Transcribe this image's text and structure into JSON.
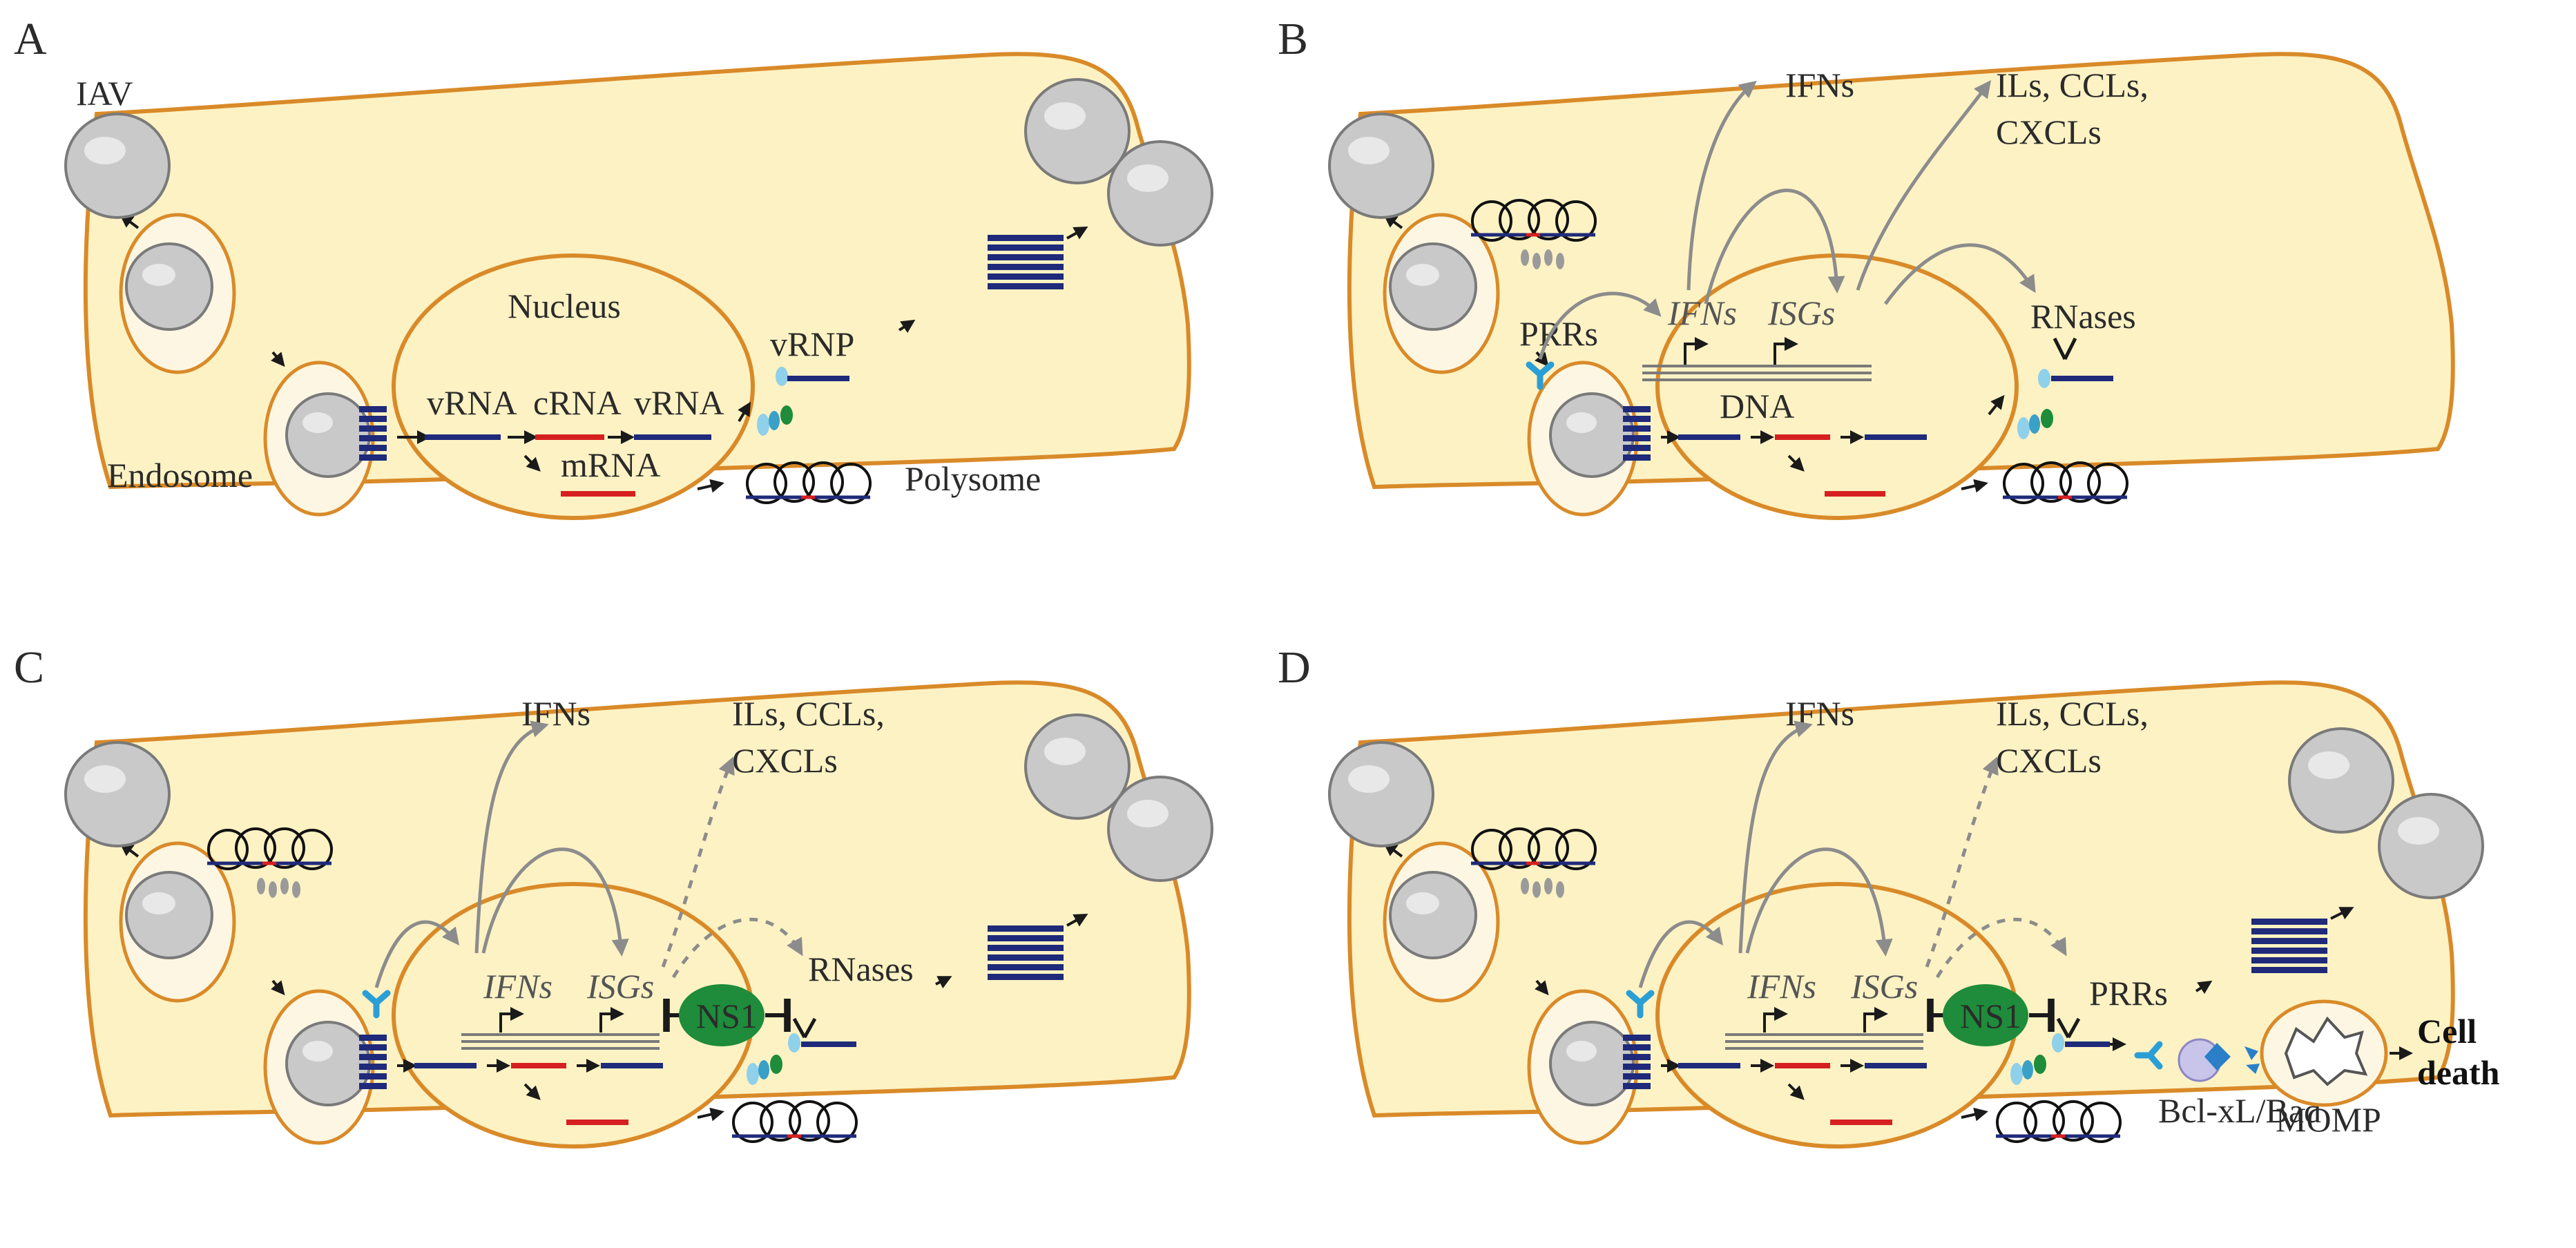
{
  "panels": [
    {
      "letter": "A",
      "labels": {
        "iav": "IAV",
        "nucleus": "Nucleus",
        "endosome": "Endosome",
        "vrnp": "vRNP",
        "vrna_1": "vRNA",
        "crna": "cRNA",
        "vrna_2": "vRNA",
        "mrna": "mRNA",
        "polysome": "Polysome"
      }
    },
    {
      "letter": "B",
      "labels": {
        "ifns_out": "IFNs",
        "secreted": "ILs, CCLs,",
        "secreted_2": "CXCLs",
        "prrs": "PRRs",
        "ifns_gene": "IFNs",
        "isgs_gene": "ISGs",
        "dna": "DNA",
        "rnases": "RNases"
      }
    },
    {
      "letter": "C",
      "labels": {
        "ifns_out": "IFNs",
        "secreted": "ILs, CCLs,",
        "secreted_2": "CXCLs",
        "ifns_gene": "IFNs",
        "isgs_gene": "ISGs",
        "ns1": "NS1",
        "rnases": "RNases"
      }
    },
    {
      "letter": "D",
      "labels": {
        "ifns_out": "IFNs",
        "secreted": "ILs, CCLs,",
        "secreted_2": "CXCLs",
        "ifns_gene": "IFNs",
        "isgs_gene": "ISGs",
        "ns1": "NS1",
        "prrs": "PRRs",
        "bcl": "Bcl-xL/Bad",
        "momp": "MOMP",
        "cell_death_1": "Cell",
        "cell_death_2": "death"
      }
    }
  ],
  "colors": {
    "cytoplasm": "#fdf2c4",
    "membrane": "#d98a28",
    "virus": "#c9c9c9",
    "viral_rna": "#1f2a7a",
    "mrna": "#d62020",
    "ns1": "#1e8c3a",
    "prr": "#2a9fd6"
  }
}
